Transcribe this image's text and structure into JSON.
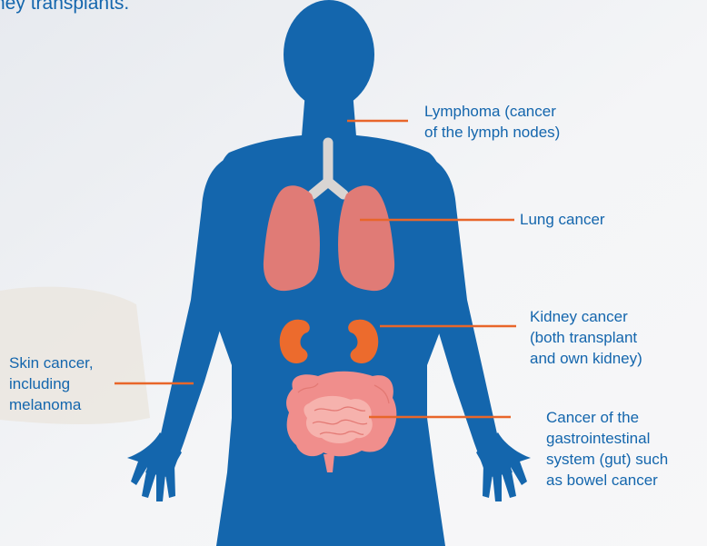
{
  "heading": "ney transplants.",
  "labels": {
    "lymphoma": "Lymphoma (cancer\nof the lymph nodes)",
    "lung": "Lung cancer",
    "kidney": "Kidney cancer\n(both transplant\nand own kidney)",
    "skin": "Skin cancer,\nincluding\nmelanoma",
    "gut": "Cancer of the\ngastrointestinal\nsystem (gut) such\nas bowel cancer"
  },
  "colors": {
    "body": "#1466ad",
    "leader": "#e8662a",
    "lungs": "#e07b76",
    "kidneys": "#ec6b2d",
    "intestine": "#f08e8c",
    "trachea": "#d9d5d3",
    "text": "#1466ad"
  }
}
